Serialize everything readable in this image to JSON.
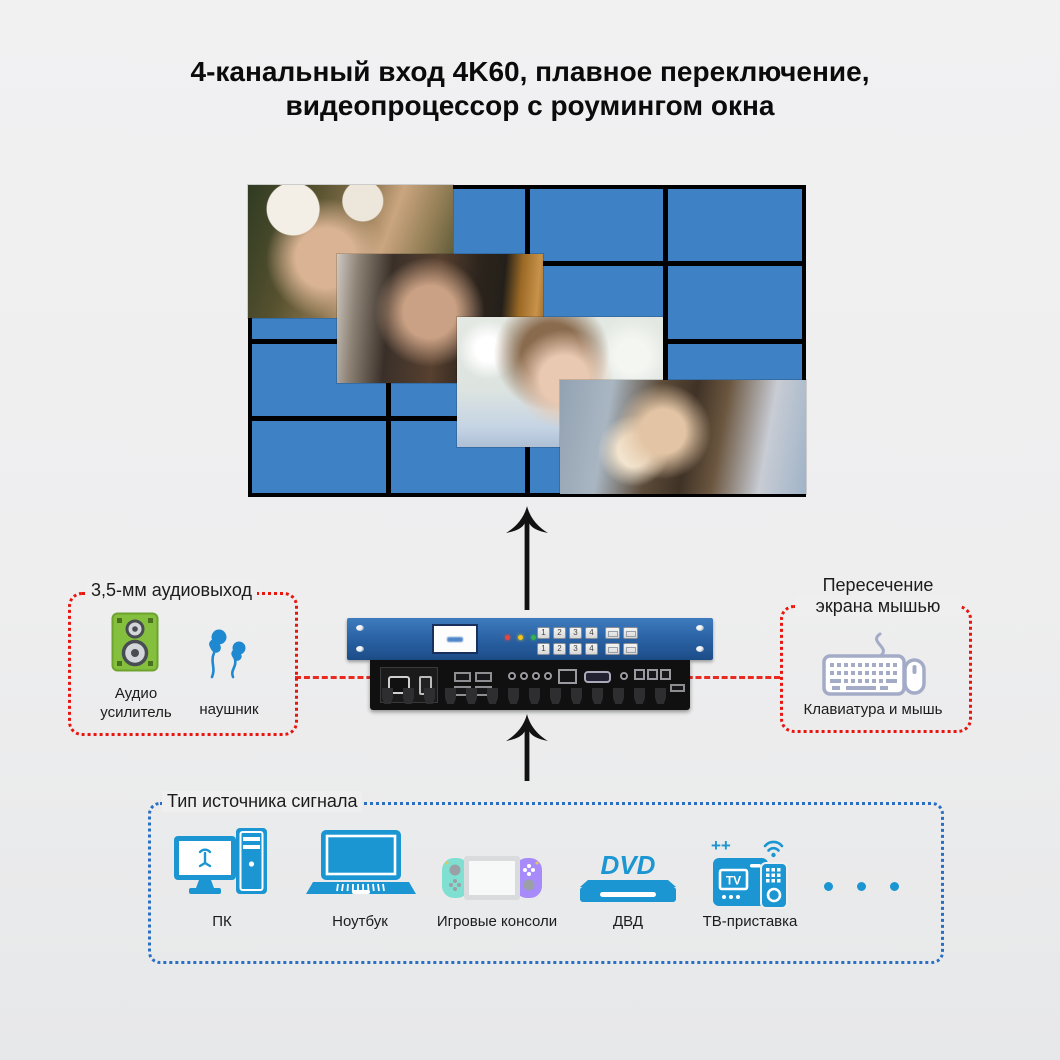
{
  "title": {
    "line1": "4-канальный вход 4K60, плавное переключение,",
    "line2": "видеопроцессор с роумингом окна"
  },
  "colors": {
    "wall_tile_blue": "#3e81c4",
    "source_icon_blue": "#1b96d2",
    "accent_red": "#e9150f",
    "accent_blue": "#2a6fc4"
  },
  "video_wall": {
    "rows": 4,
    "cols": 4,
    "roaming_windows": 4
  },
  "audio_box": {
    "title": "3,5-мм аудиовыход",
    "items": [
      {
        "icon": "speaker-icon",
        "label_line1": "Аудио",
        "label_line2": "усилитель"
      },
      {
        "icon": "earphones-icon",
        "label": "наушник"
      }
    ]
  },
  "mouse_box": {
    "title_line1": "Пересечение",
    "title_line2": "экрана мышью",
    "icon": "keyboard-mouse-icon",
    "label": "Клавиатура и мышь"
  },
  "source_box": {
    "title": "Тип источника сигнала",
    "items": [
      {
        "icon": "pc-icon",
        "label": "ПК"
      },
      {
        "icon": "laptop-icon",
        "label": "Ноутбук"
      },
      {
        "icon": "game-console-icon",
        "label": "Игровые консоли"
      },
      {
        "icon": "dvd-icon",
        "label": "ДВД",
        "logo_text": "DVD"
      },
      {
        "icon": "tv-box-icon",
        "label": "ТВ-приставка",
        "overlay_text": "TV",
        "plus_text": "++"
      }
    ],
    "more_icon": "ellipsis-dots-icon"
  },
  "device": {
    "name": "video-processor",
    "front_keys": [
      "1",
      "2",
      "3",
      "4"
    ],
    "led_colors": [
      "#e8463c",
      "#f0c419",
      "#37b24d"
    ]
  }
}
